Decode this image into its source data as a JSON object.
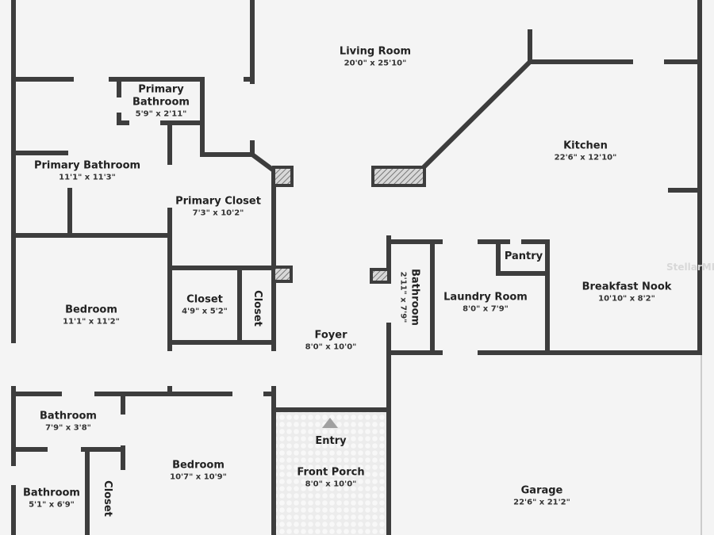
{
  "rooms": [
    {
      "name": "Living Room",
      "dims": "20'0\" x 25'10\""
    },
    {
      "name": "Primary Bathroom",
      "dims": "5'9\" x 2'11\""
    },
    {
      "name": "Primary Bathroom",
      "dims": "11'1\" x 11'3\""
    },
    {
      "name": "Primary Closet",
      "dims": "7'3\" x 10'2\""
    },
    {
      "name": "Kitchen",
      "dims": "22'6\" x 12'10\""
    },
    {
      "name": "Bedroom",
      "dims": "11'1\" x 11'2\""
    },
    {
      "name": "Closet",
      "dims": "4'9\" x 5'2\""
    },
    {
      "name": "Closet",
      "dims": ""
    },
    {
      "name": "Foyer",
      "dims": "8'0\" x 10'0\""
    },
    {
      "name": "Bathroom",
      "dims": "2'11\" x 7'9\""
    },
    {
      "name": "Laundry Room",
      "dims": "8'0\" x 7'9\""
    },
    {
      "name": "Pantry",
      "dims": ""
    },
    {
      "name": "Breakfast Nook",
      "dims": "10'10\" x 8'2\""
    },
    {
      "name": "Bathroom",
      "dims": "7'9\" x 3'8\""
    },
    {
      "name": "Bedroom",
      "dims": "10'7\" x 10'9\""
    },
    {
      "name": "Entry",
      "dims": ""
    },
    {
      "name": "Front Porch",
      "dims": "8'0\" x 10'0\""
    },
    {
      "name": "Bathroom",
      "dims": "5'1\" x 6'9\""
    },
    {
      "name": "Closet",
      "dims": ""
    },
    {
      "name": "Garage",
      "dims": "22'6\" x 21'2\""
    }
  ],
  "watermark": "StellarMLS",
  "colors": {
    "wall": "#3d3d3d",
    "floor": "#f4f4f4",
    "entry_marker": "#a0a0a0"
  }
}
